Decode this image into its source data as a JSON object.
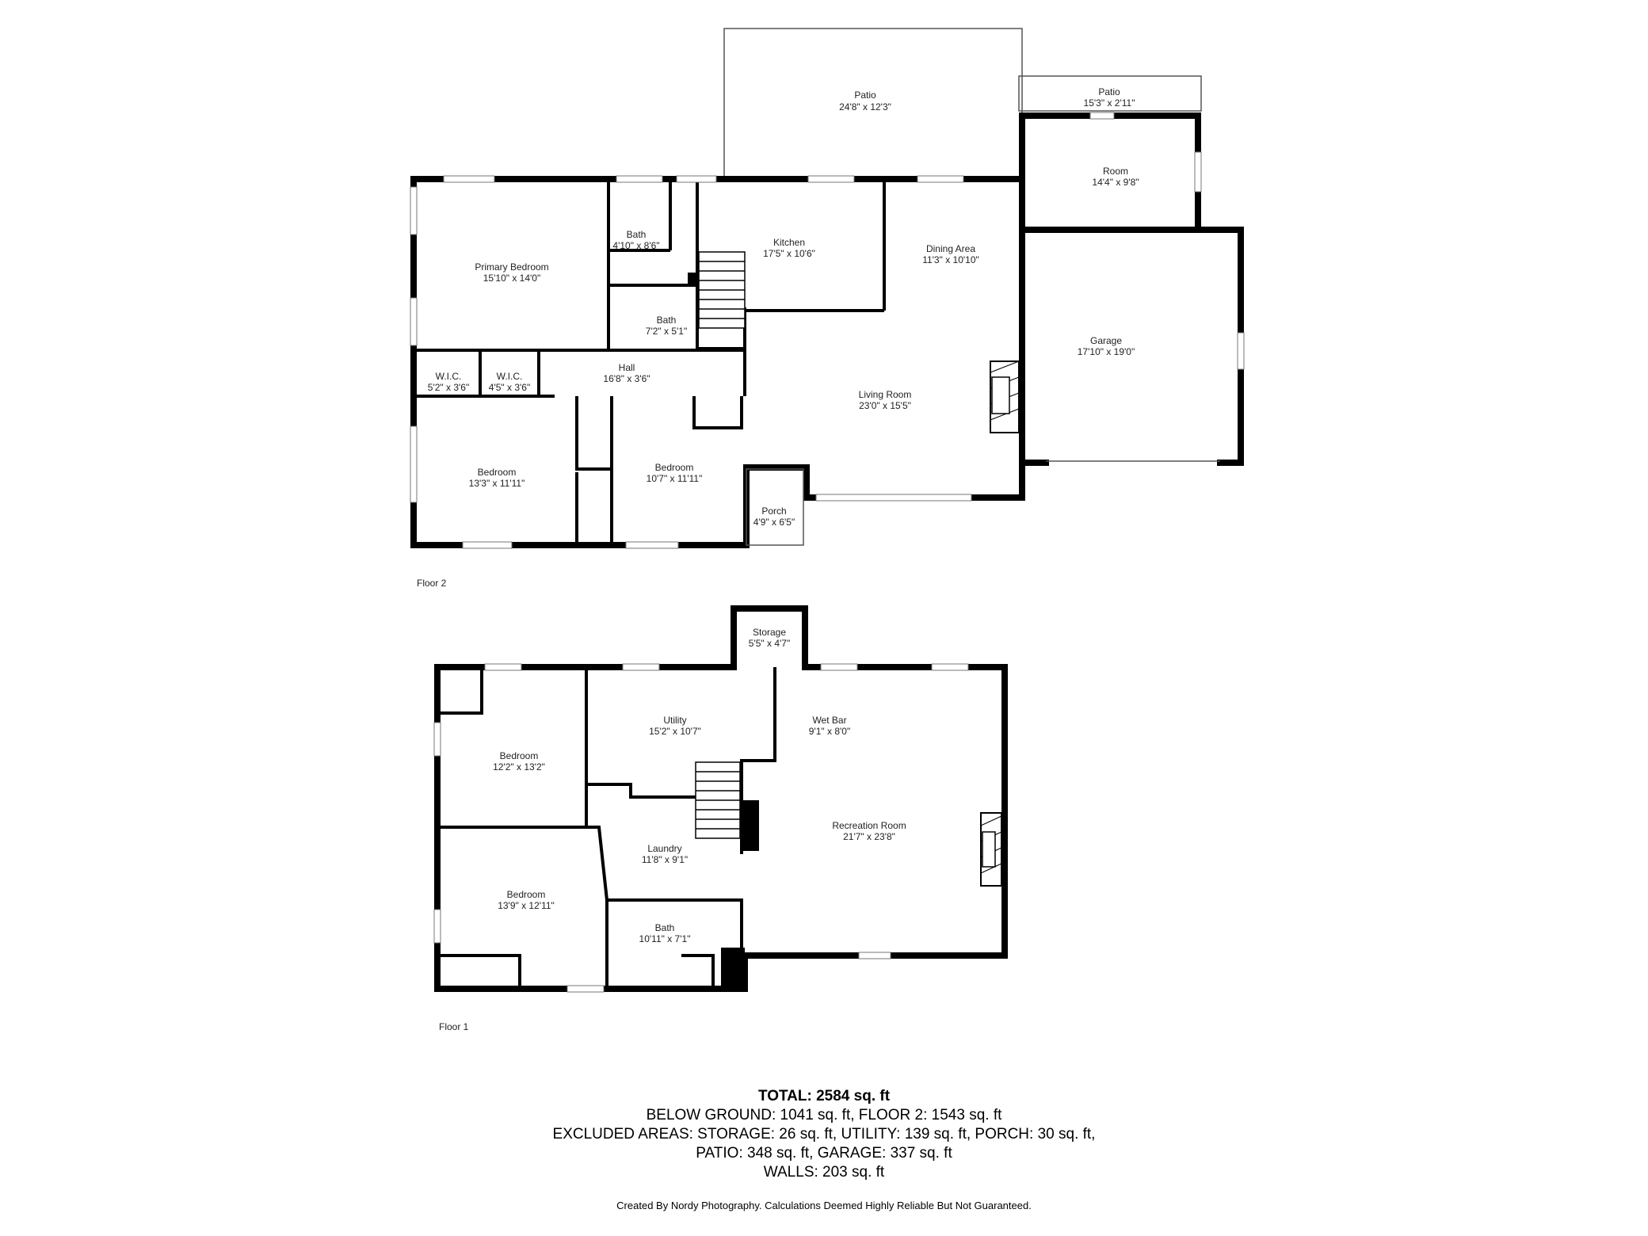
{
  "floor2": {
    "label": "Floor 2",
    "rooms": [
      {
        "id": "patio-large",
        "name": "Patio",
        "dims": "24'8\" x 12'3\""
      },
      {
        "id": "patio-small",
        "name": "Patio",
        "dims": "15'3\" x 2'11\""
      },
      {
        "id": "room",
        "name": "Room",
        "dims": "14'4\" x 9'8\""
      },
      {
        "id": "bath-upper",
        "name": "Bath",
        "dims": "4'10\" x 8'6\""
      },
      {
        "id": "kitchen",
        "name": "Kitchen",
        "dims": "17'5\" x 10'6\""
      },
      {
        "id": "dining-area",
        "name": "Dining Area",
        "dims": "11'3\" x 10'10\""
      },
      {
        "id": "primary-bedroom",
        "name": "Primary Bedroom",
        "dims": "15'10\" x 14'0\""
      },
      {
        "id": "bath-lower",
        "name": "Bath",
        "dims": "7'2\" x 5'1\""
      },
      {
        "id": "garage",
        "name": "Garage",
        "dims": "17'10\" x 19'0\""
      },
      {
        "id": "wic-1",
        "name": "W.I.C.",
        "dims": "5'2\" x 3'6\""
      },
      {
        "id": "wic-2",
        "name": "W.I.C.",
        "dims": "4'5\" x 3'6\""
      },
      {
        "id": "hall",
        "name": "Hall",
        "dims": "16'8\" x 3'6\""
      },
      {
        "id": "living-room",
        "name": "Living Room",
        "dims": "23'0\" x 15'5\""
      },
      {
        "id": "bedroom-left",
        "name": "Bedroom",
        "dims": "13'3\" x 11'11\""
      },
      {
        "id": "bedroom-mid",
        "name": "Bedroom",
        "dims": "10'7\" x 11'11\""
      },
      {
        "id": "porch",
        "name": "Porch",
        "dims": "4'9\" x 6'5\""
      }
    ]
  },
  "floor1": {
    "label": "Floor 1",
    "rooms": [
      {
        "id": "storage",
        "name": "Storage",
        "dims": "5'5\" x 4'7\""
      },
      {
        "id": "utility",
        "name": "Utility",
        "dims": "15'2\" x 10'7\""
      },
      {
        "id": "wet-bar",
        "name": "Wet Bar",
        "dims": "9'1\" x 8'0\""
      },
      {
        "id": "bedroom-top",
        "name": "Bedroom",
        "dims": "12'2\" x 13'2\""
      },
      {
        "id": "recreation-room",
        "name": "Recreation Room",
        "dims": "21'7\" x 23'8\""
      },
      {
        "id": "laundry",
        "name": "Laundry",
        "dims": "11'8\" x 9'1\""
      },
      {
        "id": "bedroom-bottom",
        "name": "Bedroom",
        "dims": "13'9\" x 12'11\""
      },
      {
        "id": "bath",
        "name": "Bath",
        "dims": "10'11\" x 7'1\""
      }
    ]
  },
  "summary": {
    "total": "TOTAL: 2584 sq. ft",
    "line1": "BELOW GROUND: 1041 sq. ft, FLOOR 2: 1543 sq. ft",
    "line2": "EXCLUDED AREAS: STORAGE: 26 sq. ft, UTILITY: 139 sq. ft, PORCH: 30 sq. ft,",
    "line3": "PATIO: 348 sq. ft, GARAGE: 337 sq. ft",
    "line4": "WALLS: 203 sq. ft"
  },
  "credit": "Created By Nordy Photography. Calculations Deemed Highly Reliable But Not Guaranteed."
}
